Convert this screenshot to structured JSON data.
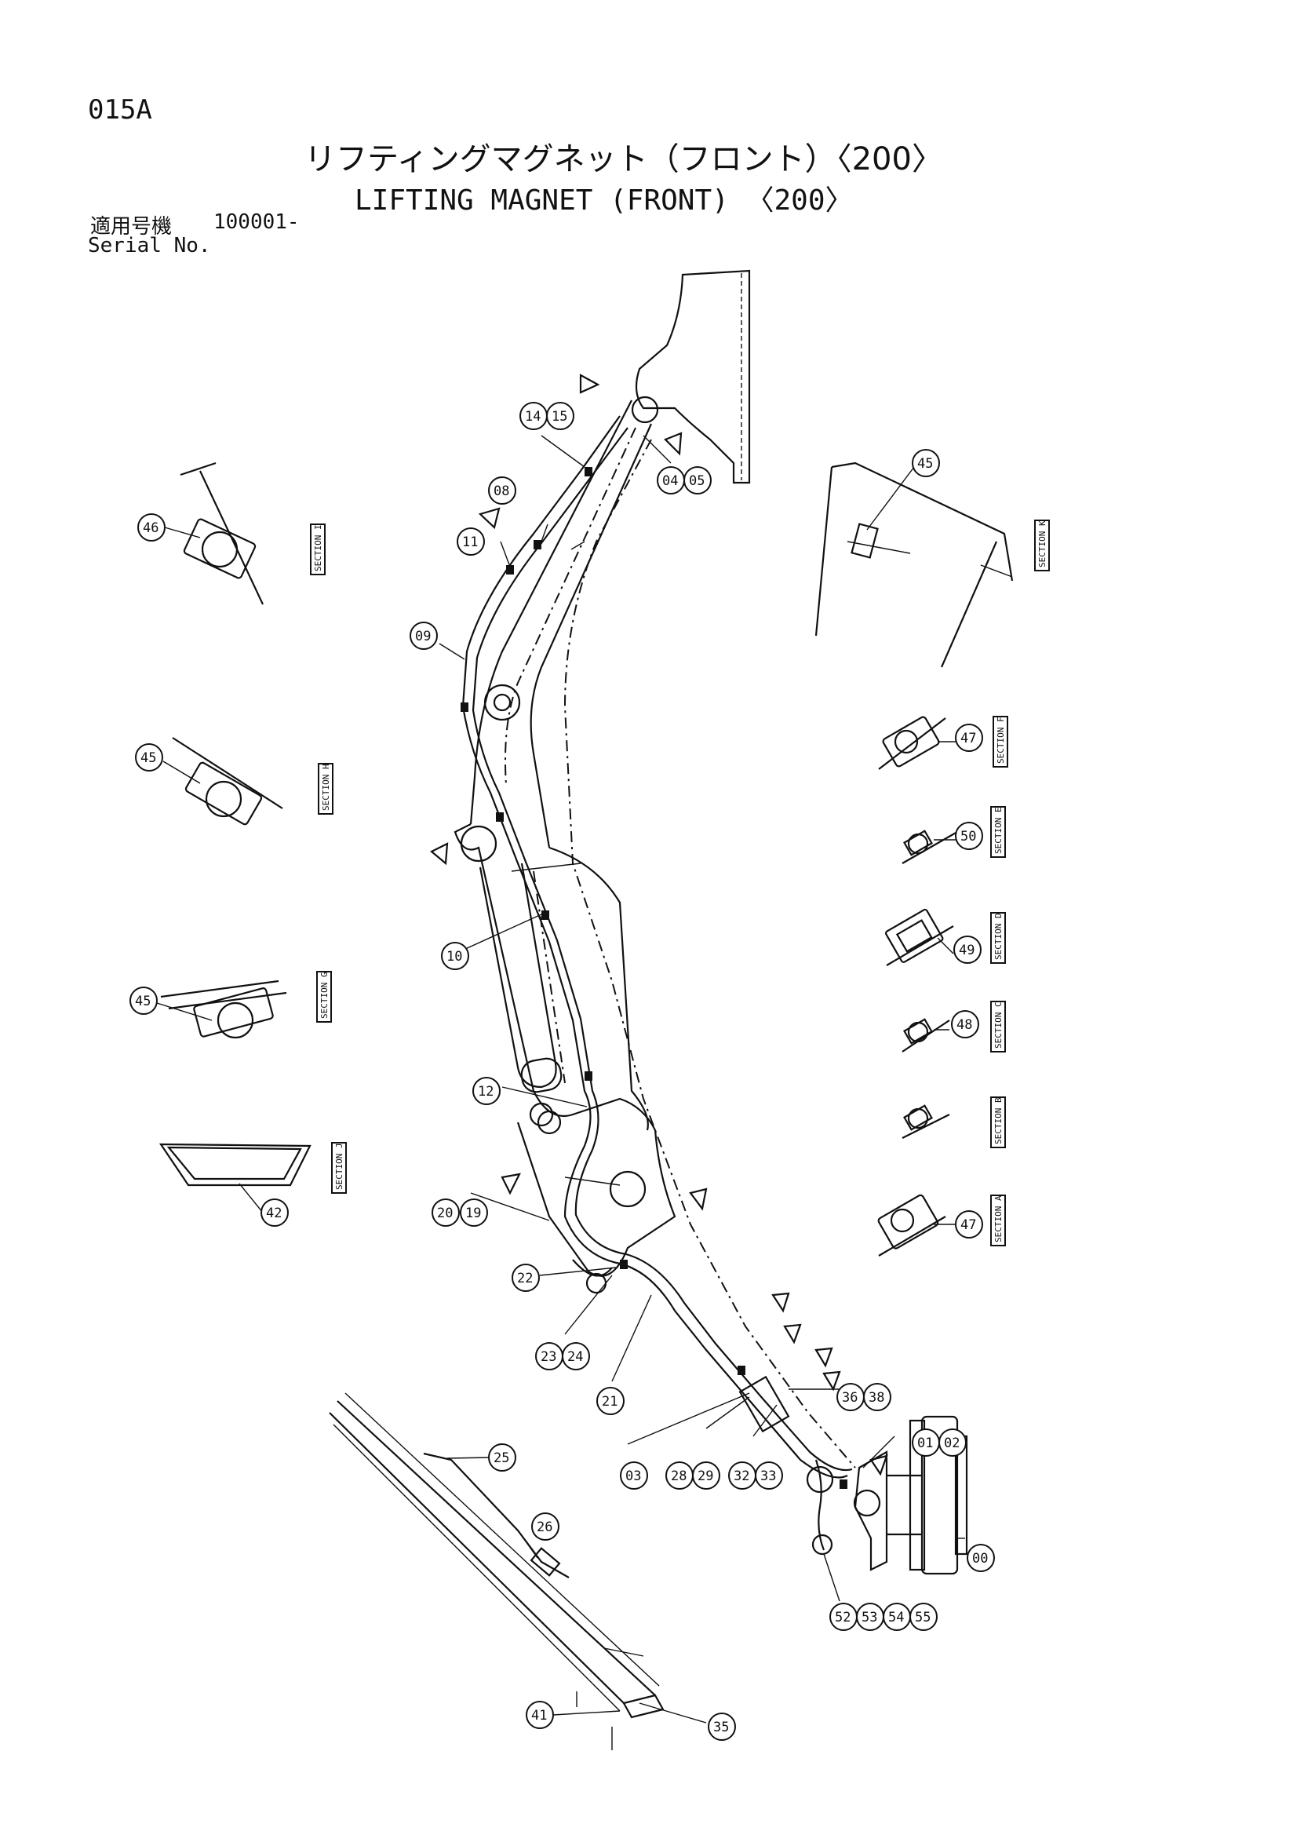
{
  "header": {
    "page_code": "015A",
    "title_jp": "リフティングマグネット（フロント）〈200〉",
    "title_en": "LIFTING MAGNET (FRONT) 〈200〉",
    "serial_label_jp": "適用号機",
    "serial_value": "100001-",
    "serial_label_en": "Serial No."
  },
  "callouts": [
    {
      "id": "c14",
      "label": "14"
    },
    {
      "id": "c15",
      "label": "15"
    },
    {
      "id": "c04",
      "label": "04"
    },
    {
      "id": "c05",
      "label": "05"
    },
    {
      "id": "c08",
      "label": "08"
    },
    {
      "id": "c11",
      "label": "11"
    },
    {
      "id": "c09",
      "label": "09"
    },
    {
      "id": "c10",
      "label": "10"
    },
    {
      "id": "c12",
      "label": "12"
    },
    {
      "id": "c20",
      "label": "20"
    },
    {
      "id": "c19",
      "label": "19"
    },
    {
      "id": "c22",
      "label": "22"
    },
    {
      "id": "c23",
      "label": "23"
    },
    {
      "id": "c24",
      "label": "24"
    },
    {
      "id": "c21",
      "label": "21"
    },
    {
      "id": "c03",
      "label": "03"
    },
    {
      "id": "c28",
      "label": "28"
    },
    {
      "id": "c29",
      "label": "29"
    },
    {
      "id": "c32",
      "label": "32"
    },
    {
      "id": "c33",
      "label": "33"
    },
    {
      "id": "c36",
      "label": "36"
    },
    {
      "id": "c38",
      "label": "38"
    },
    {
      "id": "c01",
      "label": "01"
    },
    {
      "id": "c02",
      "label": "02"
    },
    {
      "id": "c00",
      "label": "00"
    },
    {
      "id": "c52",
      "label": "52"
    },
    {
      "id": "c53",
      "label": "53"
    },
    {
      "id": "c54",
      "label": "54"
    },
    {
      "id": "c55",
      "label": "55"
    },
    {
      "id": "c25",
      "label": "25"
    },
    {
      "id": "c26",
      "label": "26"
    },
    {
      "id": "c35",
      "label": "35"
    },
    {
      "id": "c41",
      "label": "41"
    },
    {
      "id": "c46",
      "label": "46"
    },
    {
      "id": "c45a",
      "label": "45"
    },
    {
      "id": "c45b",
      "label": "45"
    },
    {
      "id": "c45c",
      "label": "45"
    },
    {
      "id": "c42",
      "label": "42"
    },
    {
      "id": "c47a",
      "label": "47"
    },
    {
      "id": "c50",
      "label": "50"
    },
    {
      "id": "c49",
      "label": "49"
    },
    {
      "id": "c48",
      "label": "48"
    },
    {
      "id": "c47b",
      "label": "47"
    }
  ],
  "sections": [
    {
      "id": "sI",
      "label": "SECTION I"
    },
    {
      "id": "sH",
      "label": "SECTION H"
    },
    {
      "id": "sG",
      "label": "SECTION G"
    },
    {
      "id": "sJ",
      "label": "SECTION J"
    },
    {
      "id": "sK",
      "label": "SECTION K"
    },
    {
      "id": "sF",
      "label": "SECTION F"
    },
    {
      "id": "sE",
      "label": "SECTION E"
    },
    {
      "id": "sD",
      "label": "SECTION D"
    },
    {
      "id": "sC",
      "label": "SECTION C"
    },
    {
      "id": "sB",
      "label": "SECTION B"
    },
    {
      "id": "sA",
      "label": "SECTION A"
    }
  ]
}
